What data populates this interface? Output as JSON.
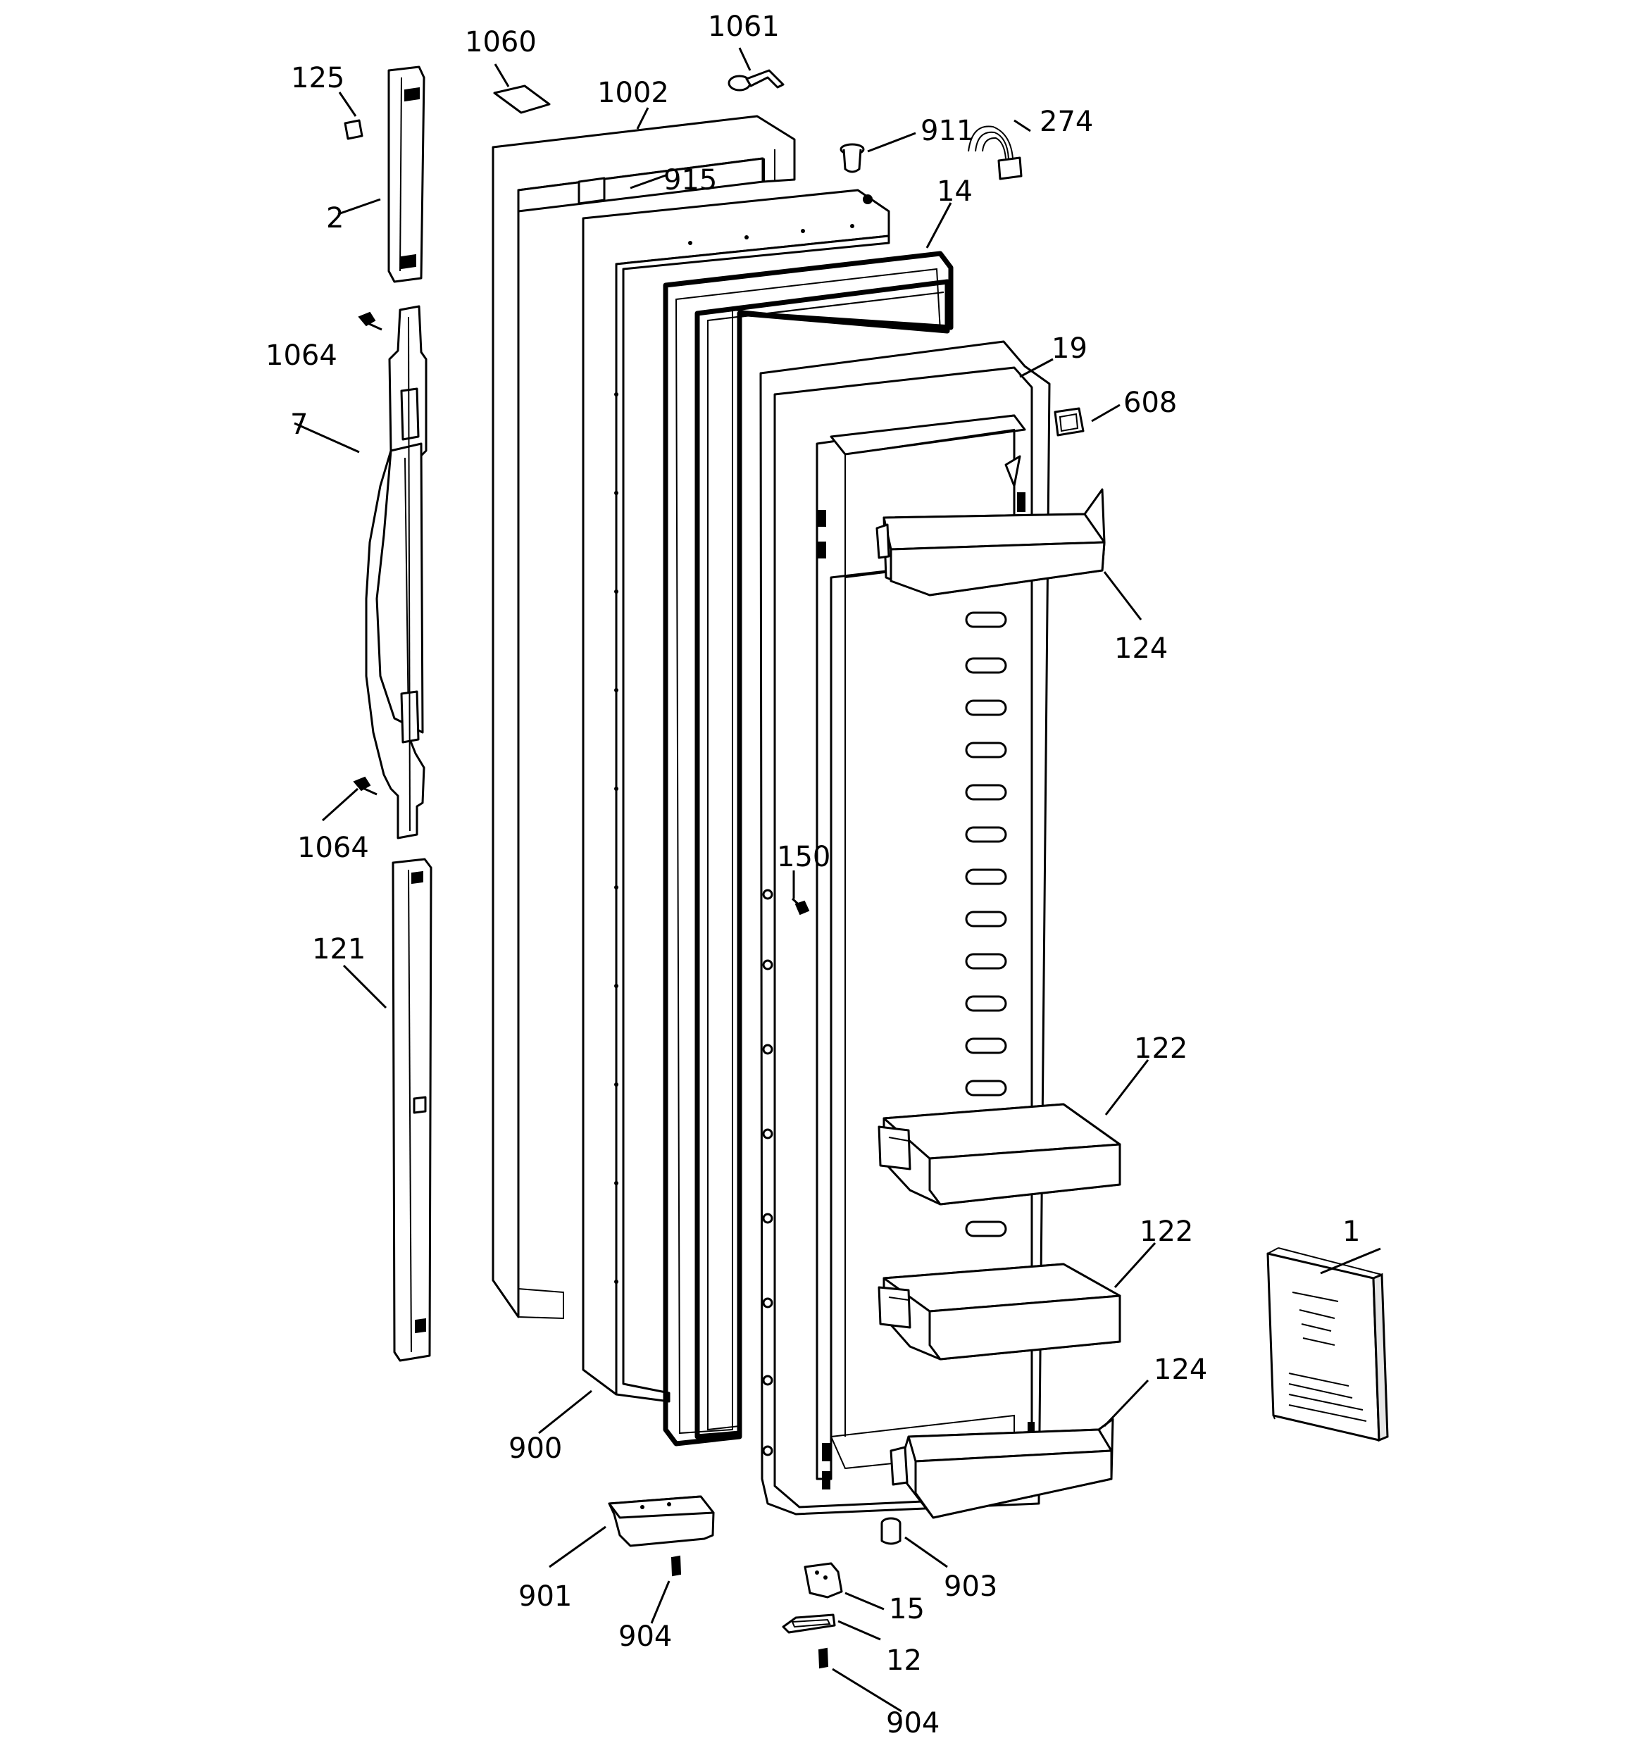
{
  "callouts": {
    "c1": "1",
    "c2": "2",
    "c7": "7",
    "c12": "12",
    "c14": "14",
    "c15": "15",
    "c19": "19",
    "c121": "121",
    "c122a": "122",
    "c122b": "122",
    "c124a": "124",
    "c124b": "124",
    "c125": "125",
    "c150": "150",
    "c274": "274",
    "c608": "608",
    "c900": "900",
    "c901": "901",
    "c903": "903",
    "c904a": "904",
    "c904b": "904",
    "c911": "911",
    "c915": "915",
    "c1002": "1002",
    "c1060": "1060",
    "c1061": "1061",
    "c1064a": "1064",
    "c1064b": "1064"
  }
}
